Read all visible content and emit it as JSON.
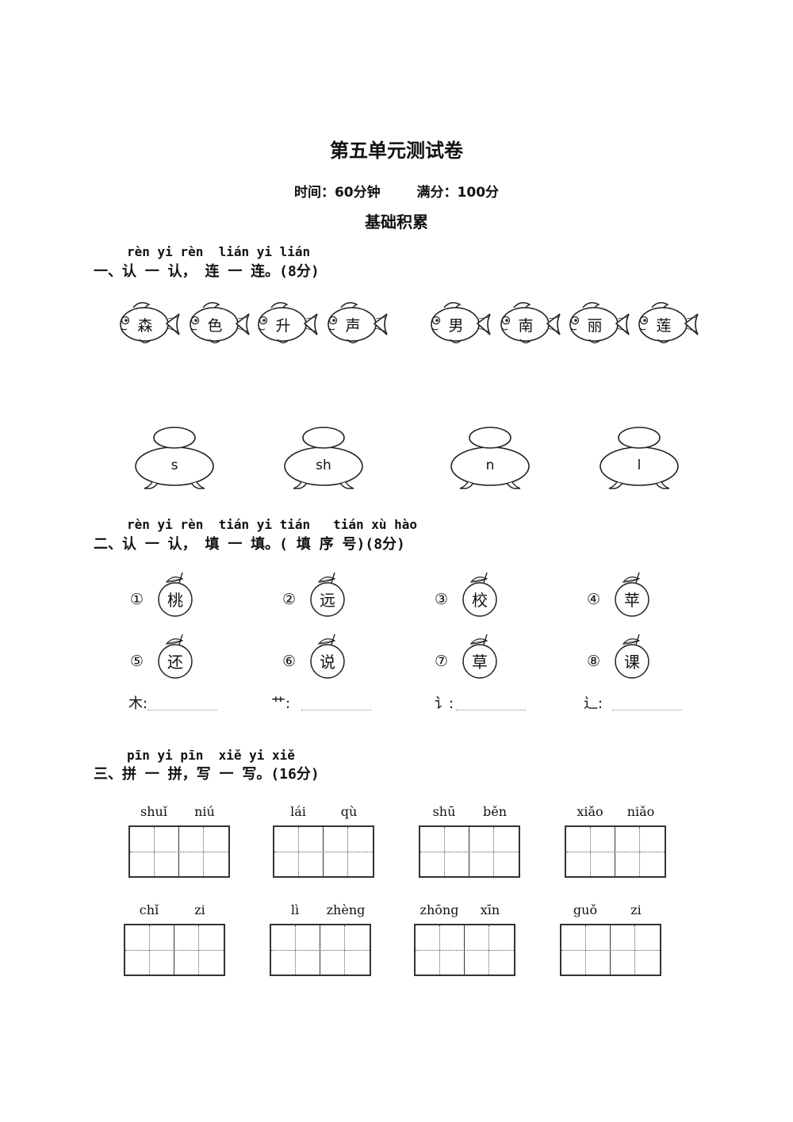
{
  "title": "第五单元测试卷",
  "meta": {
    "time": "时间：60分钟",
    "score": "满分：100分"
  },
  "subtitle": "基础积累",
  "section1": {
    "pinyin": "rèn yi rèn  lián yi lián",
    "heading": "一、认 一 认， 连 一 连。(8分)",
    "fish": [
      "森",
      "色",
      "升",
      "声",
      "男",
      "南",
      "丽",
      "莲"
    ],
    "pots": [
      "s",
      "sh",
      "n",
      "l"
    ]
  },
  "section2": {
    "pinyin": "rèn yi rèn  tián yi tián   tián xù hào",
    "heading": "二、认 一 认， 填 一 填。( 填 序 号)(8分)",
    "apples": [
      {
        "num": "①",
        "ch": "桃"
      },
      {
        "num": "②",
        "ch": "远"
      },
      {
        "num": "③",
        "ch": "校"
      },
      {
        "num": "④",
        "ch": "苹"
      },
      {
        "num": "⑤",
        "ch": "还"
      },
      {
        "num": "⑥",
        "ch": "说"
      },
      {
        "num": "⑦",
        "ch": "草"
      },
      {
        "num": "⑧",
        "ch": "课"
      }
    ],
    "radicals": [
      "木:",
      "艹:",
      "讠:",
      "辶:"
    ]
  },
  "section3": {
    "pinyin": "pīn yi pīn  xiě yi xiě",
    "heading": "三、拼 一 拼，写 一 写。(16分)",
    "words": [
      [
        "shuǐ",
        "niú"
      ],
      [
        "lái",
        "qù"
      ],
      [
        "shū",
        "běn"
      ],
      [
        "xiǎo",
        "niǎo"
      ],
      [
        "chǐ",
        "zi"
      ],
      [
        "lì",
        "zhèng"
      ],
      [
        "zhōng",
        "xīn"
      ],
      [
        "guǒ",
        "zi"
      ]
    ]
  }
}
